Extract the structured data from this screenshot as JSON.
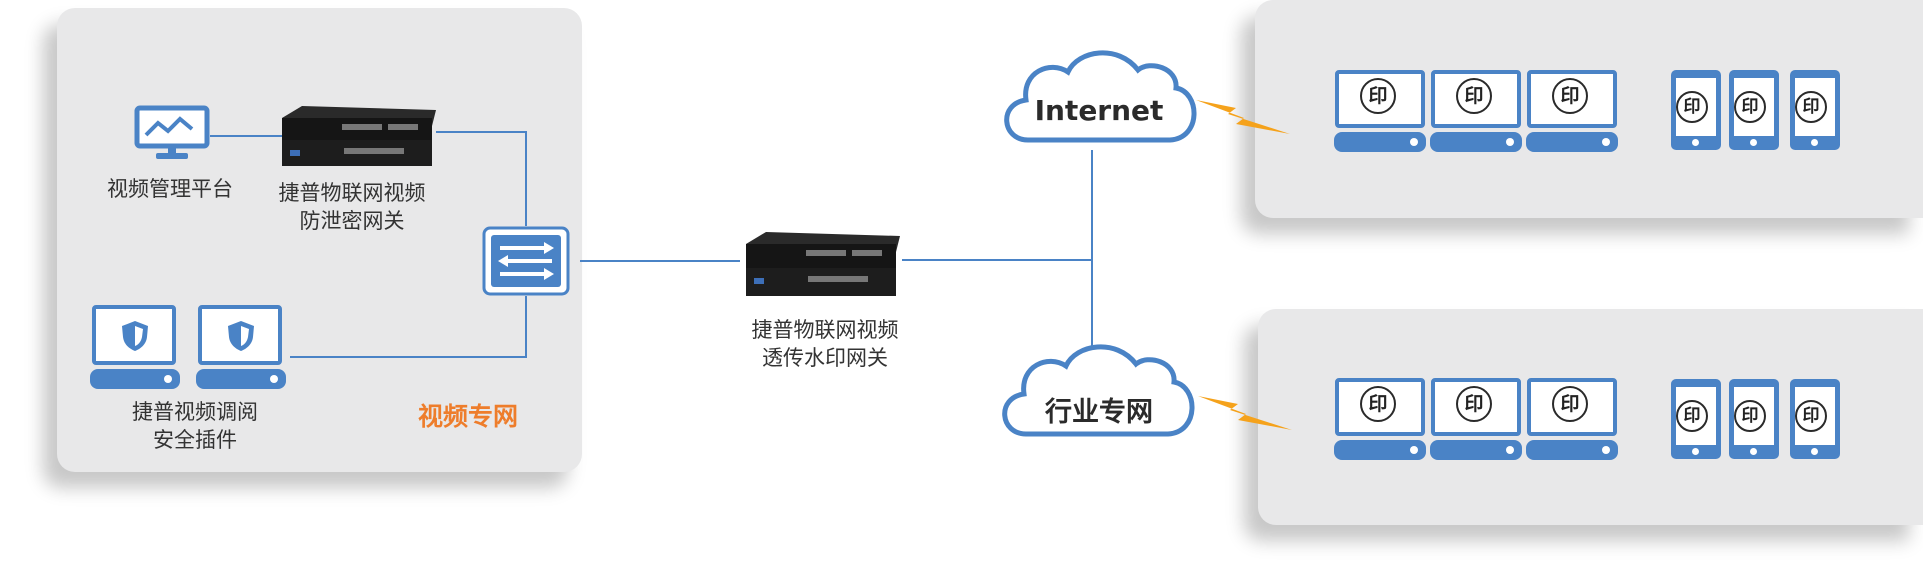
{
  "left_panel": {
    "zone_label": "视频专网",
    "video_platform_label": "视频管理平台",
    "gateway_label": "捷普物联网视频\n防泄密网关",
    "plugin_label": "捷普视频调阅\n安全插件"
  },
  "middle": {
    "transparent_gateway_label": "捷普物联网视频\n透传水印网关"
  },
  "clouds": {
    "internet": "Internet",
    "industry": "行业专网"
  },
  "terminals": {
    "watermark_glyph": "印"
  },
  "colors": {
    "accent_blue": "#4a83c6",
    "zone_orange": "#ee7d2b",
    "panel_gray": "#e8e8e9",
    "lightning": "#f5a21b"
  }
}
